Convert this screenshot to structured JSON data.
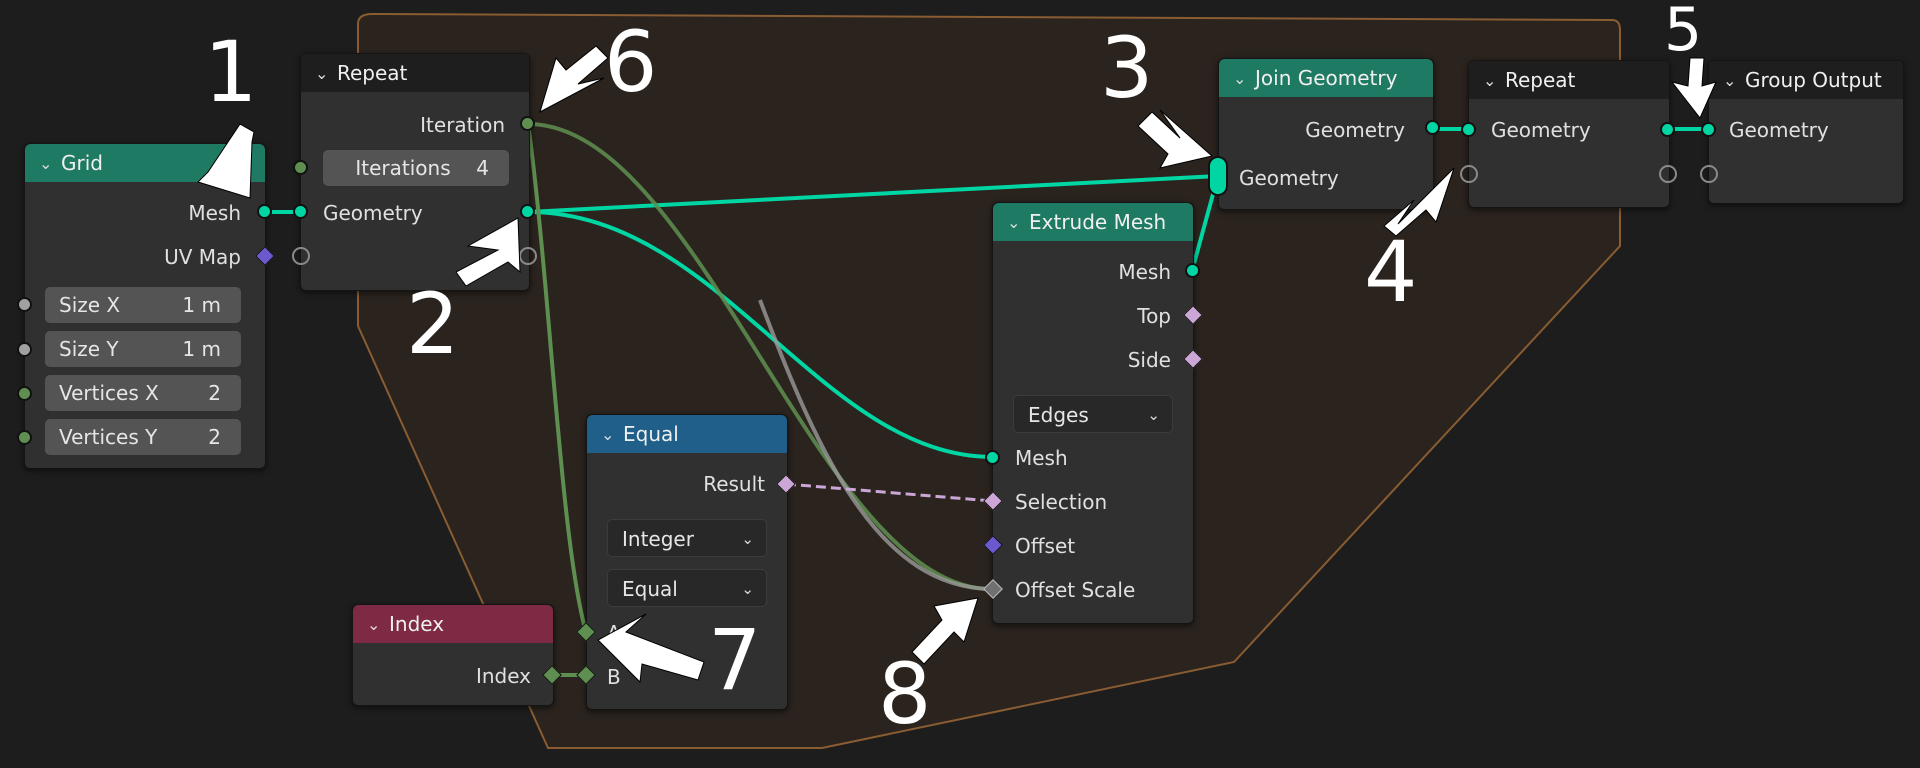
{
  "nodes": {
    "grid": {
      "title": "Grid",
      "outputs": [
        "Mesh",
        "UV Map"
      ],
      "fields": [
        {
          "label": "Size X",
          "value": "1 m"
        },
        {
          "label": "Size Y",
          "value": "1 m"
        },
        {
          "label": "Vertices X",
          "value": "2"
        },
        {
          "label": "Vertices Y",
          "value": "2"
        }
      ]
    },
    "repeat_input": {
      "title": "Repeat",
      "iteration_label": "Iteration",
      "iterations_label": "Iterations",
      "iterations_value": "4",
      "geometry_label": "Geometry"
    },
    "join_geometry": {
      "title": "Join Geometry",
      "output_label": "Geometry",
      "input_label": "Geometry"
    },
    "repeat_output": {
      "title": "Repeat",
      "geometry_label": "Geometry"
    },
    "group_output": {
      "title": "Group Output",
      "geometry_label": "Geometry"
    },
    "extrude_mesh": {
      "title": "Extrude Mesh",
      "outputs": [
        "Mesh",
        "Top",
        "Side"
      ],
      "mode": "Edges",
      "inputs": [
        "Mesh",
        "Selection",
        "Offset",
        "Offset Scale"
      ]
    },
    "equal": {
      "title": "Equal",
      "output_label": "Result",
      "data_type": "Integer",
      "operation": "Equal",
      "inputs": [
        "A",
        "B"
      ]
    },
    "index": {
      "title": "Index",
      "output_label": "Index"
    }
  },
  "annotations": [
    "1",
    "2",
    "3",
    "4",
    "5",
    "6",
    "7",
    "8"
  ],
  "colors": {
    "background": "#1d1d1d",
    "geometry_socket": "#00d6a3",
    "integer_socket": "#5f8f50",
    "vector_socket": "#6a5acd",
    "boolean_socket": "#cca6d6",
    "float_socket": "#a0a0a0",
    "repeat_zone_frame": "#9a6a3a"
  }
}
